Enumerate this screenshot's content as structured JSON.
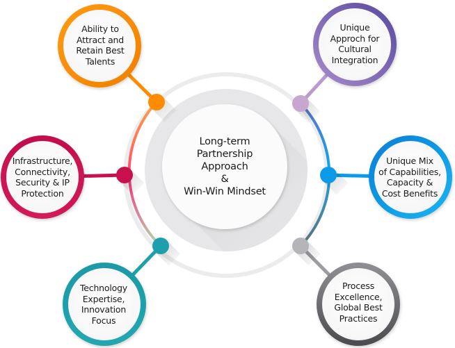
{
  "center": {
    "lines": [
      "Long-term",
      "Partnership",
      "Approach",
      "&",
      "Win-Win Mindset"
    ]
  },
  "nodes": [
    {
      "id": "talent",
      "color": "#ff8c00",
      "lines": [
        "Ability to",
        "Attract and",
        "Retain Best",
        "Talents"
      ]
    },
    {
      "id": "culture",
      "color": "#7b62b3",
      "dot_color": "#c9a6d0",
      "lines": [
        "Unique",
        "Approch for",
        "Cultural",
        "Integration"
      ]
    },
    {
      "id": "infrastructure",
      "color": "#c8104f",
      "lines": [
        "Infrastructure,",
        "Connectivity,",
        "Security & IP",
        "Protection"
      ]
    },
    {
      "id": "capabilities",
      "color": "#0c9be8",
      "lines": [
        "Unique Mix",
        "of Capabilities,",
        "Capacity &",
        "Cost Benefits"
      ]
    },
    {
      "id": "technology",
      "color": "#1ea0ac",
      "lines": [
        "Technology",
        "Expertise,",
        "Innovation",
        "Focus"
      ]
    },
    {
      "id": "process",
      "color": "#6f6f72",
      "dot_color": "#b5b5b9",
      "lines": [
        "Process",
        "Excellence,",
        "Global Best",
        "Practices"
      ]
    }
  ]
}
